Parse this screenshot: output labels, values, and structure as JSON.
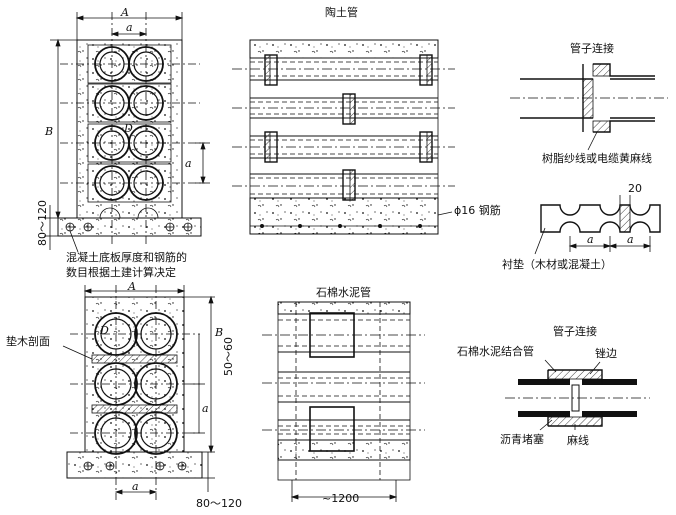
{
  "labels": {
    "dim_A_top": "A",
    "dim_a_top": "a",
    "dim_B_left": "B",
    "dim_D_top": "D",
    "dim_a_right": "a",
    "dim_80_120_top": "80～120",
    "note_top": "混凝土底板厚度和钢筋的",
    "note_bottom": "数目根据土建计算决定",
    "title_clay": "陶土管",
    "steel_label": "ϕ16 钢筋",
    "title_pipe_conn_top": "管子连接",
    "resin_label": "树脂纱线或电缆黄麻线",
    "dim_20": "20",
    "dim_a_liner_1": "a",
    "dim_a_liner_2": "a",
    "liner_label": "衬垫（木材或混凝土）",
    "dim_A_bottom": "A",
    "wood_section": "垫木剖面",
    "dim_D_bottom": "D",
    "dim_B_right": "B",
    "dim_50_60": "50～60",
    "dim_a_bottom_right": "a",
    "dim_a_bottom": "a",
    "dim_80_120_bottom": "80～120",
    "title_asbestos": "石棉水泥管",
    "dim_1200": "~1200",
    "title_pipe_conn_bottom": "管子连接",
    "asbestos_coupling": "石棉水泥结合管",
    "caulking": "锉边",
    "asphalt_plug": "沥青堵塞",
    "hemp": "麻线"
  }
}
